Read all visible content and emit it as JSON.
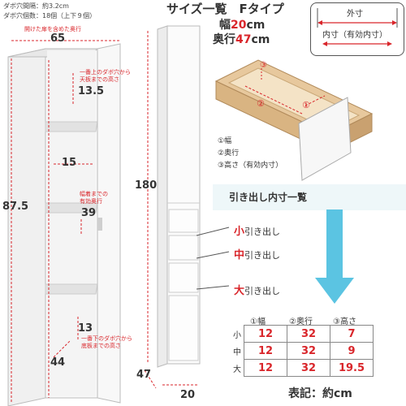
{
  "notes": {
    "hole_pitch": "ダボ穴間隔：約3.2cm",
    "hole_count": "ダボ穴個数：18個（上下９個）"
  },
  "title": "サイズ一覧　Fタイプ",
  "width_label": "幅",
  "width_value": "20",
  "depth_label": "奥行",
  "depth_value": "47",
  "unit_cm": "cm",
  "legend": {
    "outer": "外寸",
    "inner": "内寸（有効内寸）"
  },
  "cabinet_dims": {
    "door_open_note": "開けた扉を含めた奥行",
    "door_open_depth": "65",
    "top_hole_note_1": "一番上のダボ穴から",
    "top_hole_note_2": "天板までの高さ",
    "top_hole_value": "13.5",
    "shelf_depth": "15",
    "shelf_height": "87.5",
    "inner_width_note_1": "幅着までの",
    "inner_width_note_2": "有効奥行",
    "inner_width_value": "39",
    "bottom_hole_value": "13",
    "bottom_hole_note_1": "一番下のダボ穴から",
    "bottom_hole_note_2": "底板までの高さ",
    "bottom_value": "44",
    "total_height": "180",
    "unit_depth": "47",
    "unit_width": "20"
  },
  "drawer_parts": {
    "p1": "①幅",
    "p2": "②奥行",
    "p3": "③高さ（有効内寸）",
    "m1": "①",
    "m2": "②",
    "m3": "③"
  },
  "band_title": "引き出し内寸一覧",
  "drawers": [
    {
      "k": "小",
      "rest": "引き出し"
    },
    {
      "k": "中",
      "rest": "引き出し"
    },
    {
      "k": "大",
      "rest": "引き出し"
    }
  ],
  "table": {
    "headers": [
      "①幅",
      "②奥行",
      "③高さ"
    ],
    "rows": [
      {
        "label": "小",
        "cells": [
          "12",
          "32",
          "7"
        ]
      },
      {
        "label": "中",
        "cells": [
          "12",
          "32",
          "9"
        ]
      },
      {
        "label": "大",
        "cells": [
          "12",
          "32",
          "19.5"
        ]
      }
    ]
  },
  "footer": "表記：約cm",
  "colors": {
    "accent": "#d9262b",
    "band": "#eef7f9",
    "arrow": "#5bc4e2"
  }
}
